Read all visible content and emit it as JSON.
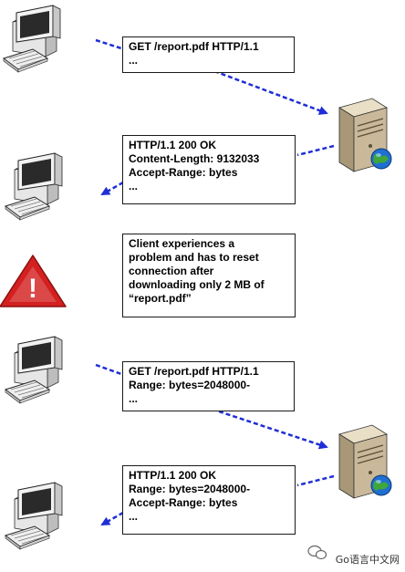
{
  "boxes": {
    "request1": {
      "lines": [
        "GET  /report.pdf  HTTP/1.1",
        "..."
      ]
    },
    "response1": {
      "lines": [
        "HTTP/1.1  200  OK",
        "Content-Length: 9132033",
        "Accept-Range: bytes",
        "..."
      ]
    },
    "note": {
      "lines": [
        "Client experiences a",
        "problem and has to reset",
        "connection after",
        "downloading only 2 MB of",
        "“report.pdf”"
      ]
    },
    "request2": {
      "lines": [
        "GET  /report.pdf  HTTP/1.1",
        "Range: bytes=2048000-",
        "..."
      ]
    },
    "response2": {
      "lines": [
        "HTTP/1.1  200  OK",
        "Range: bytes=2048000-",
        "Accept-Range: bytes",
        "..."
      ]
    }
  },
  "warning": {
    "symbol": "!"
  },
  "watermark": {
    "text": "Go语言中文网"
  },
  "colors": {
    "arrow": "#1f2ed6",
    "warning_fill": "#d42020",
    "globe": "#1f6fd1",
    "server_body": "#c9b99a"
  },
  "icons": [
    "computer-icon",
    "server-icon",
    "globe-icon",
    "warning-icon",
    "wechat-icon"
  ]
}
